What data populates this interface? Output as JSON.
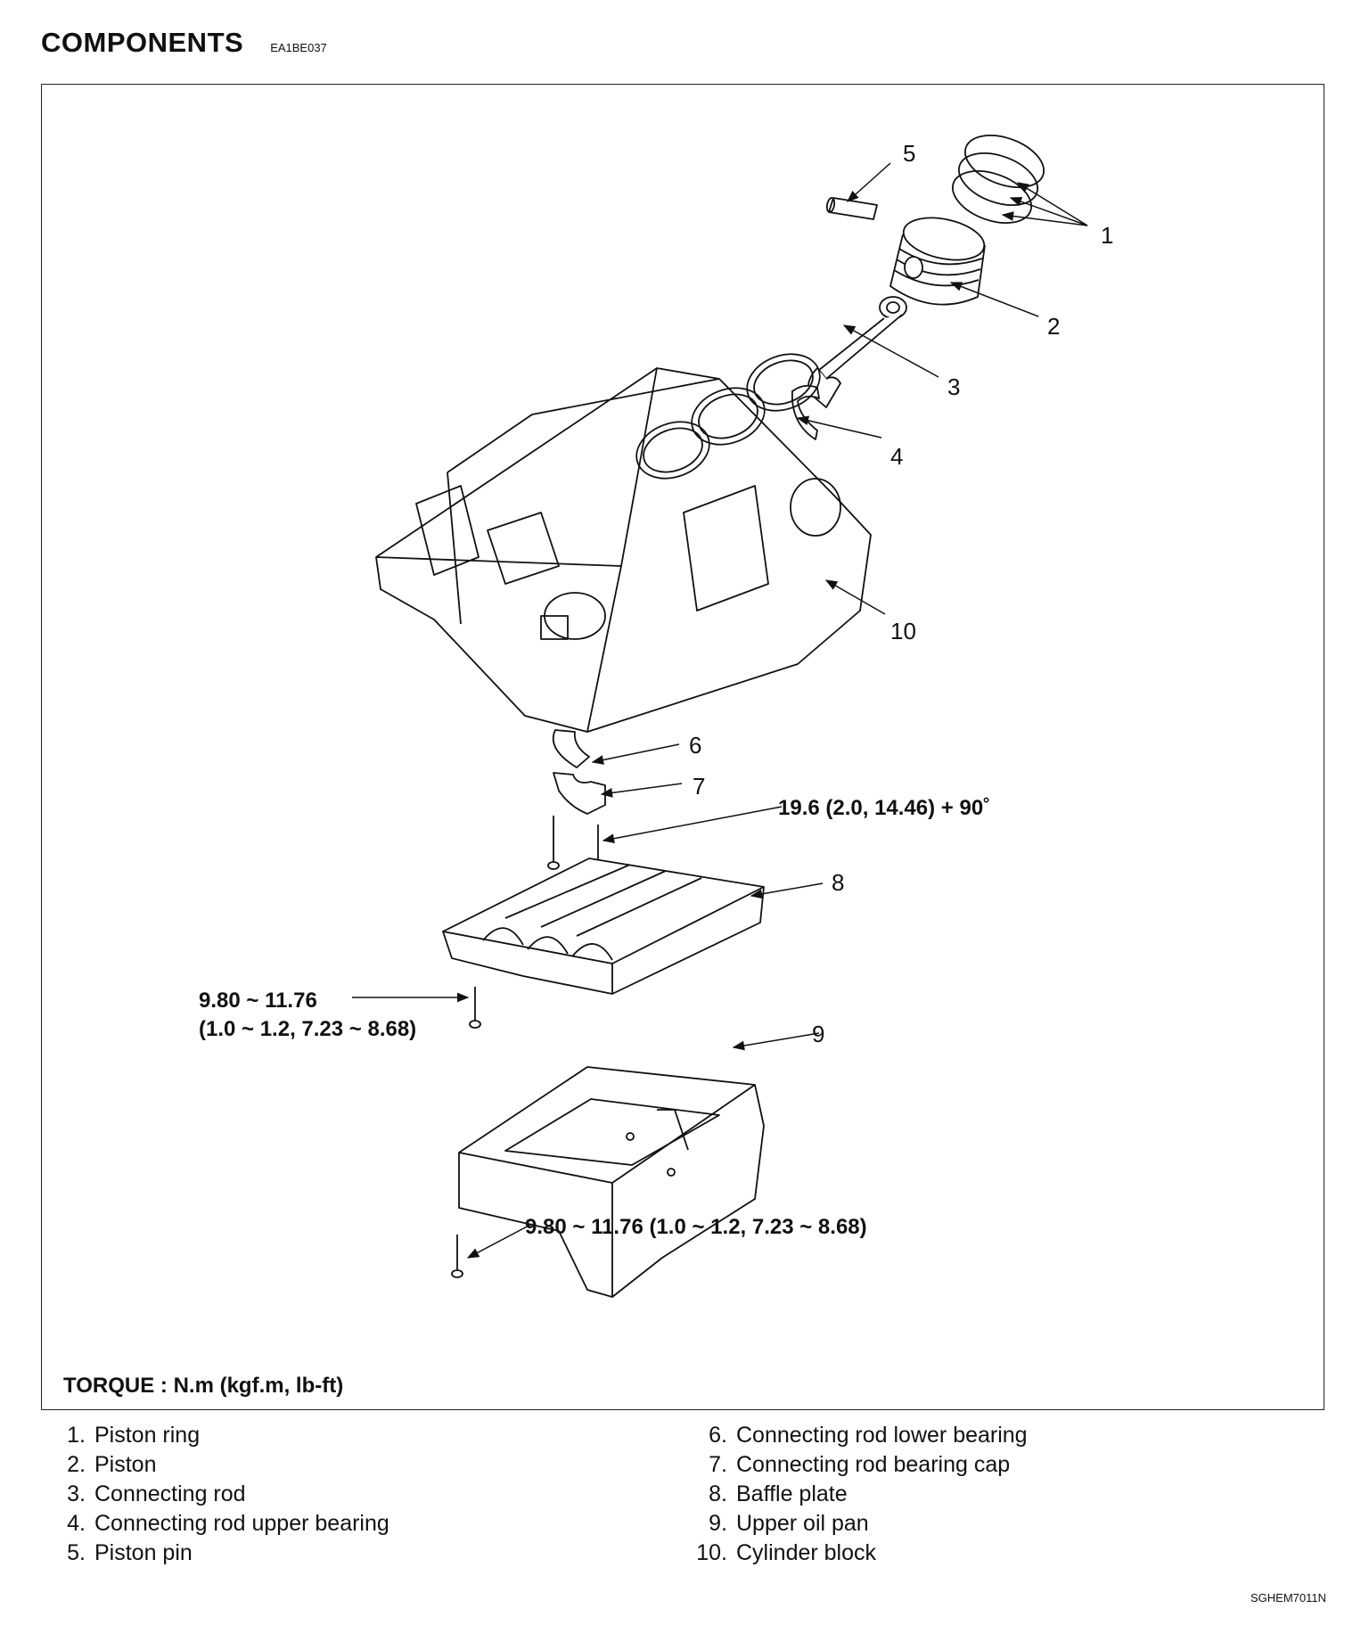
{
  "header": {
    "title": "COMPONENTS",
    "code": "EA1BE037"
  },
  "callouts": {
    "c1": "1",
    "c2": "2",
    "c3": "3",
    "c4": "4",
    "c5": "5",
    "c6": "6",
    "c7": "7",
    "c8": "8",
    "c9": "9",
    "c10": "10"
  },
  "torque": {
    "bearing_cap": "19.6 (2.0, 14.46) + 90˚",
    "baffle_line1": "9.80 ~ 11.76",
    "baffle_line2": "(1.0 ~ 1.2, 7.23 ~ 8.68)",
    "oil_pan": "9.80 ~ 11.76 (1.0 ~ 1.2, 7.23 ~ 8.68)",
    "units": "TORQUE : N.m (kgf.m, lb-ft)"
  },
  "legend": [
    {
      "num": "1.",
      "label": "Piston ring"
    },
    {
      "num": "2.",
      "label": "Piston"
    },
    {
      "num": "3.",
      "label": "Connecting rod"
    },
    {
      "num": "4.",
      "label": "Connecting rod upper bearing"
    },
    {
      "num": "5.",
      "label": "Piston pin"
    },
    {
      "num": "6.",
      "label": "Connecting rod lower bearing"
    },
    {
      "num": "7.",
      "label": "Connecting rod bearing cap"
    },
    {
      "num": "8.",
      "label": "Baffle plate"
    },
    {
      "num": "9.",
      "label": "Upper oil pan"
    },
    {
      "num": "10.",
      "label": "Cylinder block"
    }
  ],
  "figure_ref": "SGHEM7011N"
}
